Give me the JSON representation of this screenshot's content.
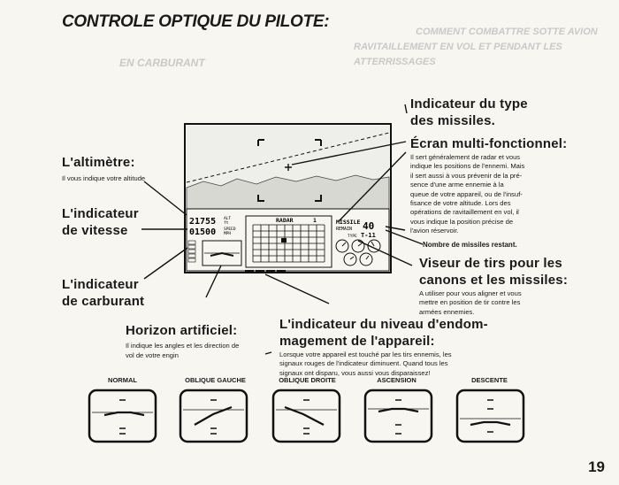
{
  "page_title": "CONTROLE OPTIQUE DU PILOTE:",
  "background_heading": [
    "COMMENT COMBATTRE SOTTE AVION",
    "RAVITAILLEMENT EN VOL ET PENDANT LES ATTERRISSAGES",
    "EN CARBURANT"
  ],
  "labels": {
    "altimetre": {
      "title": "L'altimètre:",
      "desc": "Il vous indique votre altitude"
    },
    "vitesse": {
      "title_line1": "L'indicateur",
      "title_line2": "de vitesse"
    },
    "carburant": {
      "title_line1": "L'indicateur",
      "title_line2": "de carburant"
    },
    "horizon": {
      "title": "Horizon artificiel:",
      "desc_line1": "Il indique les angles et les direction de",
      "desc_line2": "vol de votre engin"
    },
    "missiles_type": {
      "title_line1": "Indicateur du type",
      "title_line2": "des missiles."
    },
    "ecran": {
      "title": "Écran multi-fonctionnel:",
      "lines": [
        "Il sert généralement de radar et vous",
        "indique les positions de l'ennemi. Mais",
        "il sert aussi à vous prévenir de la pré-",
        "sence d'une arme ennemie à la",
        "queue de votre appareil, ou de l'insuf-",
        "fisance de votre altitude. Lors des",
        "opérations de ravitaillement en vol, il",
        "vous indique la position précise de",
        "l'avion réservoir."
      ],
      "missiles_count": "Nombre de missiles restant."
    },
    "viseur": {
      "title_line1": "Viseur de tirs pour les",
      "title_line2": "canons et les missiles:",
      "lines": [
        "A utiliser pour vous aligner et vous",
        "mettre en position de tir contre les",
        "armées ennemies."
      ]
    },
    "dommage": {
      "title_line1": "L'indicateur du niveau d'endom-",
      "title_line2": "magement de l'appareil:",
      "lines": [
        "Lorsque votre appareil est touché par les tirs ennemis, les",
        "signaux rouges de l'indicateur diminuent. Quand tous les",
        "signaux ont disparu, vous aussi vous disparaissez!"
      ]
    }
  },
  "hud": {
    "altitude": "21755",
    "alt_unit": "ALT",
    "alt_unit_sub": "ft",
    "speed": "01500",
    "speed_unit": "SPEED",
    "speed_unit_sub": "MPH",
    "radar_label": "RADAR",
    "radar_value": "1",
    "missile_label_1": "MISSILE",
    "missile_label_2": "REMAIN",
    "missile_count": "40",
    "type_label": "TYPE",
    "missile_type": "T-11"
  },
  "horizon_modes": [
    "NORMAL",
    "OBLIQUE GAUCHE",
    "OBLIQUE DROITE",
    "ASCENSION",
    "DESCENTE"
  ],
  "page_number": "19"
}
